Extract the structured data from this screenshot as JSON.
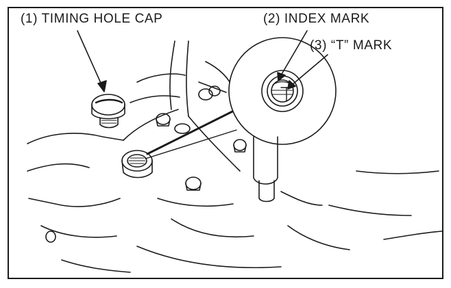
{
  "callouts": [
    {
      "number": "(1)",
      "text": "TIMING HOLE CAP"
    },
    {
      "number": "(2)",
      "text": "INDEX MARK"
    },
    {
      "number": "(3)",
      "text": "“T” MARK"
    }
  ],
  "colors": {
    "line": "#1a1a1a",
    "background": "#ffffff"
  }
}
